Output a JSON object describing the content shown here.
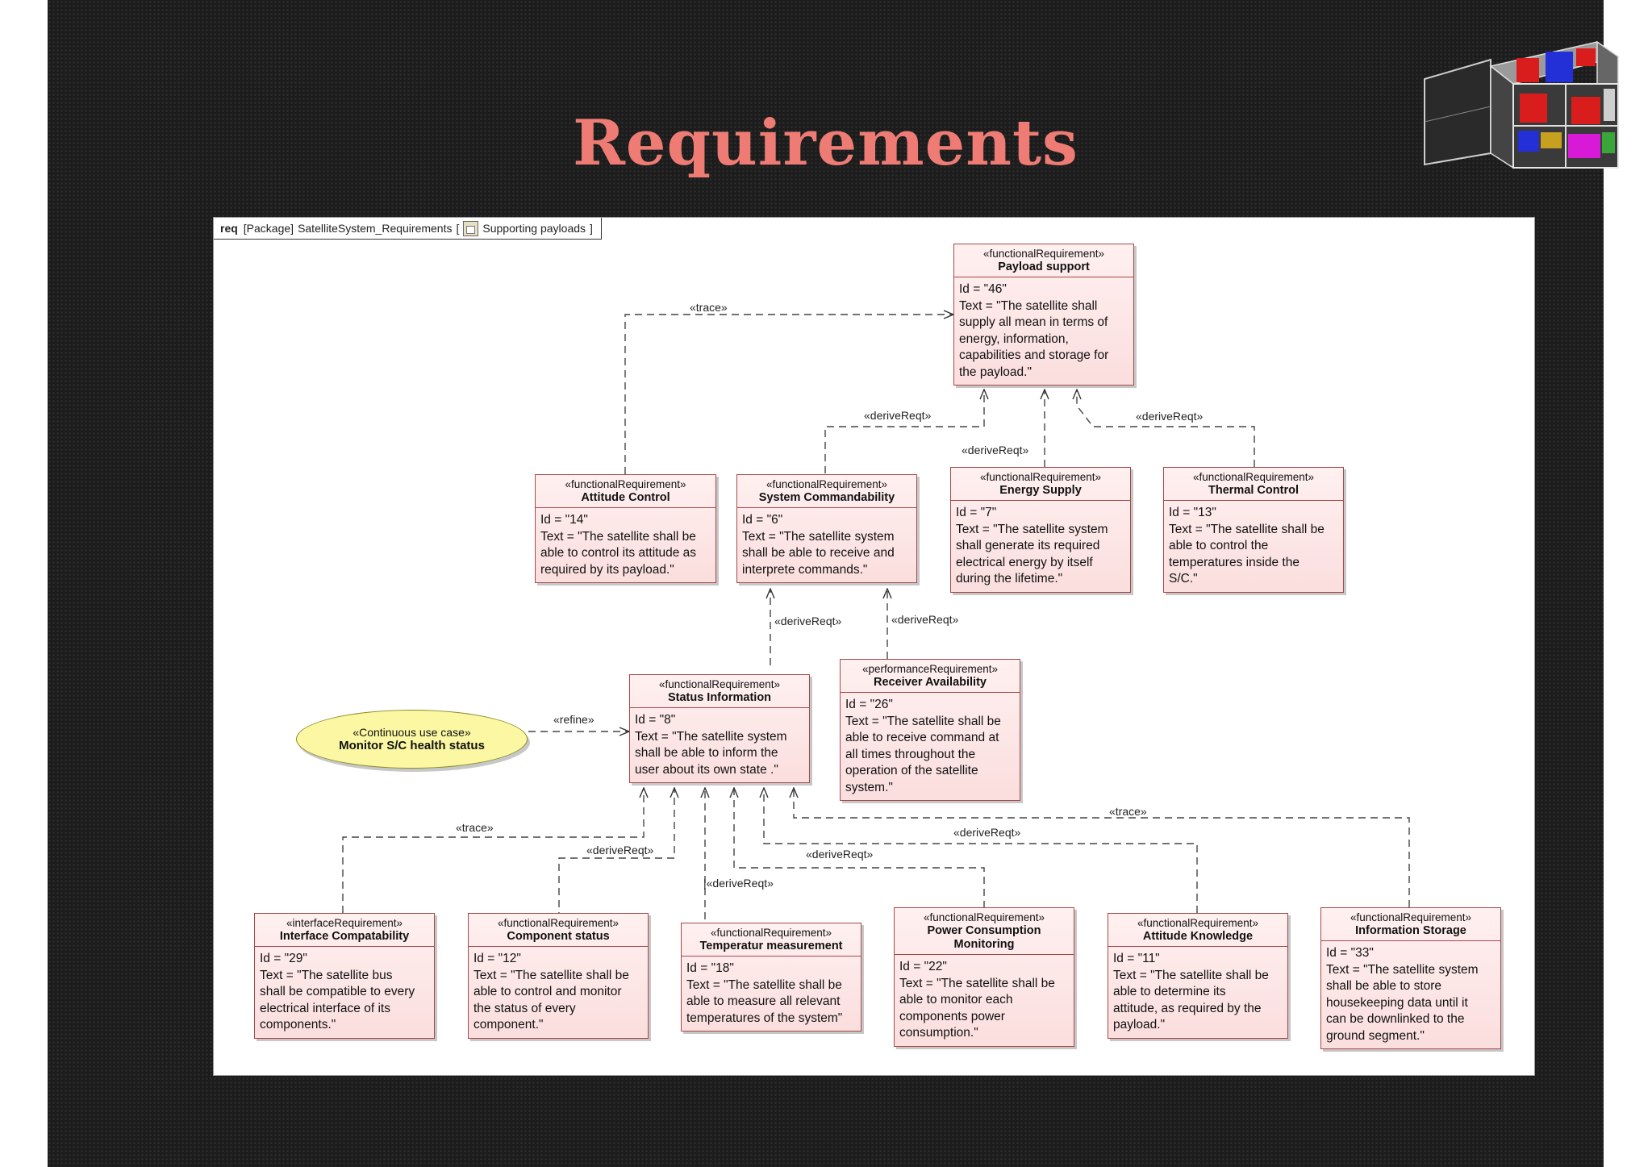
{
  "slide": {
    "title": "Requirements"
  },
  "frame": {
    "kind": "req",
    "type": "[Package]",
    "name": "SatelliteSystem_Requirements",
    "bracket": "[",
    "diagram": "Supporting payloads",
    "close": "]"
  },
  "colors": {
    "title": "#ee7c74",
    "requirement_fill": "#fde7e7",
    "requirement_border": "#a84848",
    "usecase_fill": "#fbf7a2",
    "background": "#1c1c1c"
  },
  "requirements": {
    "payload_support": {
      "stereotype": "«functionalRequirement»",
      "name": "Payload support",
      "id": "Id = \"46\"",
      "text": [
        "Text = \"The satellite shall",
        "supply all mean in terms of",
        "energy, information,",
        "capabilities and storage for",
        "the payload.\""
      ]
    },
    "attitude_control": {
      "stereotype": "«functionalRequirement»",
      "name": "Attitude Control",
      "id": "Id = \"14\"",
      "text": [
        "Text = \"The satellite shall be",
        "able to control its attitude as",
        "required by its payload.\""
      ]
    },
    "system_commandability": {
      "stereotype": "«functionalRequirement»",
      "name": "System Commandability",
      "id": "Id = \"6\"",
      "text": [
        "Text = \"The satellite system",
        "shall be able to receive and",
        "interprete commands.\""
      ]
    },
    "energy_supply": {
      "stereotype": "«functionalRequirement»",
      "name": "Energy Supply",
      "id": "Id = \"7\"",
      "text": [
        "Text = \"The satellite system",
        "shall generate its required",
        "electrical energy by itself",
        "during the lifetime.\""
      ]
    },
    "thermal_control": {
      "stereotype": "«functionalRequirement»",
      "name": "Thermal Control",
      "id": "Id = \"13\"",
      "text": [
        "Text = \"The satellite shall be",
        "able to control the",
        "temperatures inside the",
        "S/C.\""
      ]
    },
    "status_information": {
      "stereotype": "«functionalRequirement»",
      "name": "Status Information",
      "id": "Id = \"8\"",
      "text": [
        "Text = \"The satellite system",
        "shall be able to inform the",
        "user about its own state .\""
      ]
    },
    "receiver_availability": {
      "stereotype": "«performanceRequirement»",
      "name": "Receiver Availability",
      "id": "Id = \"26\"",
      "text": [
        "Text = \"The satellite shall be",
        "able to receive command at",
        "all times throughout the",
        "operation of the satellite",
        "system.\""
      ]
    },
    "interface_compatability": {
      "stereotype": "«interfaceRequirement»",
      "name": "Interface Compatability",
      "id": "Id = \"29\"",
      "text": [
        "Text = \"The satellite bus",
        "shall be compatible to every",
        "electrical interface of its",
        "components.\""
      ]
    },
    "component_status": {
      "stereotype": "«functionalRequirement»",
      "name": "Component status",
      "id": "Id = \"12\"",
      "text": [
        "Text = \"The satellite shall be",
        "able to control and monitor",
        "the status of every",
        "component.\""
      ]
    },
    "temperatur_measurement": {
      "stereotype": "«functionalRequirement»",
      "name": "Temperatur measurement",
      "id": "Id = \"18\"",
      "text": [
        "Text = \"The satellite shall be",
        "able to measure all relevant",
        "temperatures of the system\""
      ]
    },
    "power_consumption": {
      "stereotype": "«functionalRequirement»",
      "name": "Power Consumption Monitoring",
      "id": "Id = \"22\"",
      "text": [
        "Text = \"The satellite shall be",
        "able to monitor each",
        "components power",
        "consumption.\""
      ]
    },
    "attitude_knowledge": {
      "stereotype": "«functionalRequirement»",
      "name": "Attitude Knowledge",
      "id": "Id = \"11\"",
      "text": [
        "Text = \"The satellite shall be",
        "able to determine its",
        "attitude, as required by the",
        "payload.\""
      ]
    },
    "information_storage": {
      "stereotype": "«functionalRequirement»",
      "name": "Information Storage",
      "id": "Id = \"33\"",
      "text": [
        "Text = \"The satellite system",
        "shall be able to store",
        "housekeeping data until it",
        "can be downlinked to the",
        "ground segment.\""
      ]
    }
  },
  "usecase": {
    "stereotype": "«Continuous use case»",
    "name": "Monitor S/C health status"
  },
  "relations": {
    "trace": "«trace»",
    "derive": "«deriveReqt»",
    "refine": "«refine»",
    "derive_bar": "|«deriveReqt»"
  }
}
